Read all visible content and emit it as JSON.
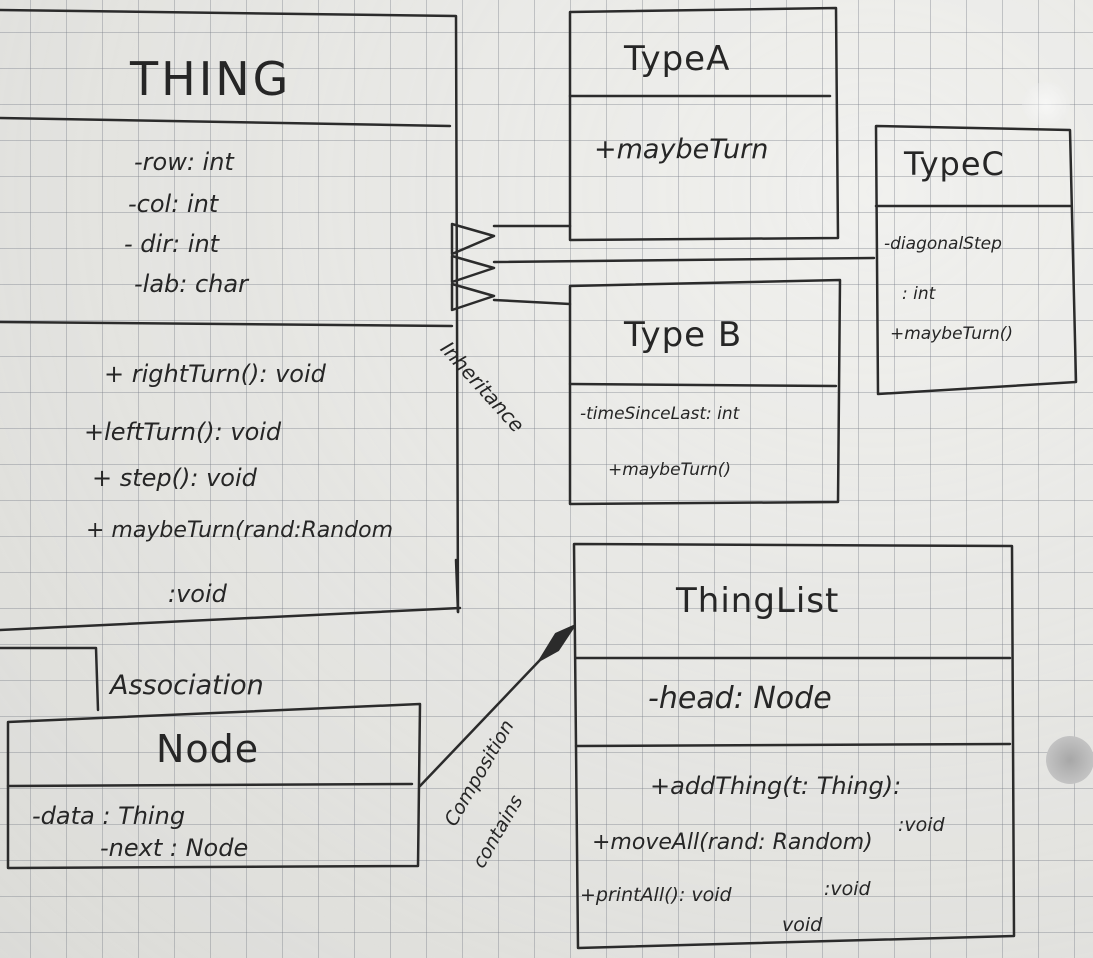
{
  "diagram": {
    "thing": {
      "name": "THING",
      "attributes": [
        "-row: int",
        "-col: int",
        "- dir: int",
        "-lab: char"
      ],
      "methods": [
        "+ rightTurn(): void",
        "+leftTurn(): void",
        "+ step(): void",
        "+ maybeTurn(rand:Random",
        ":void"
      ]
    },
    "type_a": {
      "name": "TypeA",
      "methods": [
        "+maybeTurn"
      ]
    },
    "type_b": {
      "name": "Type B",
      "attributes": [
        "-timeSinceLast: int"
      ],
      "methods": [
        "+maybeTurn()"
      ]
    },
    "type_c": {
      "name": "TypeC",
      "attributes": [
        "-diagonalStep",
        ": int"
      ],
      "methods": [
        "+maybeTurn()"
      ]
    },
    "thing_list": {
      "name": "ThingList",
      "attributes": [
        "-head: Node"
      ],
      "methods": [
        "+addThing(t: Thing):",
        ":void",
        "+moveAll(rand: Random)",
        "+printAll(): void",
        ":void",
        "void"
      ]
    },
    "node": {
      "name": "Node",
      "attributes": [
        "-data : Thing",
        "-next : Node"
      ]
    },
    "labels": {
      "inheritance": "Inheritance",
      "association": "Association",
      "composition": "Composition",
      "contains": "contains"
    }
  }
}
